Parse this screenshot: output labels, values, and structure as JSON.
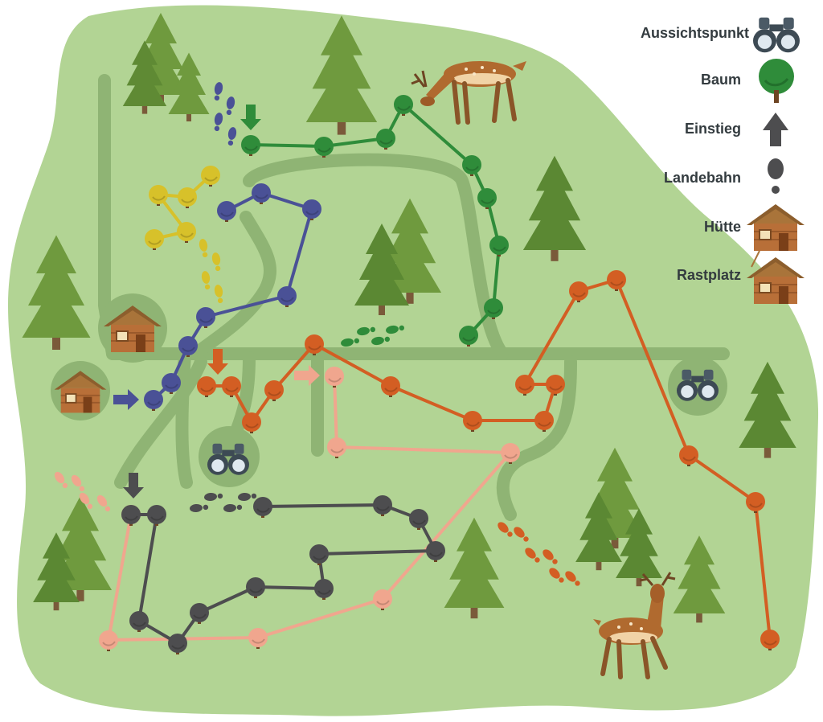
{
  "legend": {
    "viewpoint": "Aussichtspunkt",
    "tree": "Baum",
    "entry": "Einstieg",
    "landing": "Landebahn",
    "hut": "Hütte",
    "rest": "Rastplatz"
  },
  "colors": {
    "meadow": "#b2d494",
    "path": "#8fb474",
    "forest": "#6f9a3e",
    "trail_green": "#2f8c3a",
    "trail_blue": "#4a5196",
    "trail_yellow": "#d7c12a",
    "trail_orange": "#d35e23",
    "trail_salmon": "#f0a68e",
    "trail_gray": "#4d4d4f"
  },
  "trails": [
    {
      "color": "trail_green",
      "pts": [
        [
          312,
          180
        ],
        [
          403,
          182
        ],
        [
          480,
          172
        ],
        [
          502,
          130
        ],
        [
          587,
          205
        ],
        [
          606,
          246
        ],
        [
          621,
          305
        ],
        [
          614,
          383
        ],
        [
          583,
          417
        ]
      ]
    },
    {
      "color": "trail_blue",
      "pts": [
        [
          282,
          262
        ],
        [
          325,
          240
        ],
        [
          388,
          260
        ],
        [
          357,
          368
        ],
        [
          256,
          394
        ],
        [
          234,
          430
        ],
        [
          213,
          476
        ],
        [
          191,
          497
        ]
      ]
    },
    {
      "color": "trail_yellow",
      "pts": [
        [
          262,
          218
        ],
        [
          233,
          245
        ],
        [
          197,
          242
        ],
        [
          232,
          288
        ],
        [
          192,
          297
        ]
      ]
    },
    {
      "color": "trail_orange",
      "pts": [
        [
          257,
          480
        ],
        [
          288,
          480
        ],
        [
          313,
          525
        ],
        [
          341,
          485
        ],
        [
          391,
          428
        ],
        [
          486,
          480
        ],
        [
          588,
          523
        ],
        [
          677,
          523
        ],
        [
          691,
          478
        ],
        [
          653,
          478
        ],
        [
          720,
          362
        ],
        [
          767,
          348
        ],
        [
          857,
          566
        ],
        [
          940,
          624
        ],
        [
          958,
          795
        ]
      ]
    },
    {
      "color": "trail_salmon",
      "pts": [
        [
          416,
          468
        ],
        [
          419,
          556
        ],
        [
          635,
          563
        ],
        [
          476,
          745
        ],
        [
          321,
          793
        ],
        [
          135,
          796
        ],
        [
          163,
          640
        ]
      ]
    },
    {
      "color": "trail_gray",
      "pts": [
        [
          163,
          640
        ],
        [
          195,
          640
        ],
        [
          173,
          772
        ],
        [
          221,
          800
        ],
        [
          248,
          762
        ],
        [
          318,
          730
        ],
        [
          403,
          732
        ],
        [
          397,
          689
        ],
        [
          542,
          685
        ],
        [
          521,
          645
        ],
        [
          476,
          628
        ],
        [
          327,
          630
        ]
      ]
    }
  ]
}
